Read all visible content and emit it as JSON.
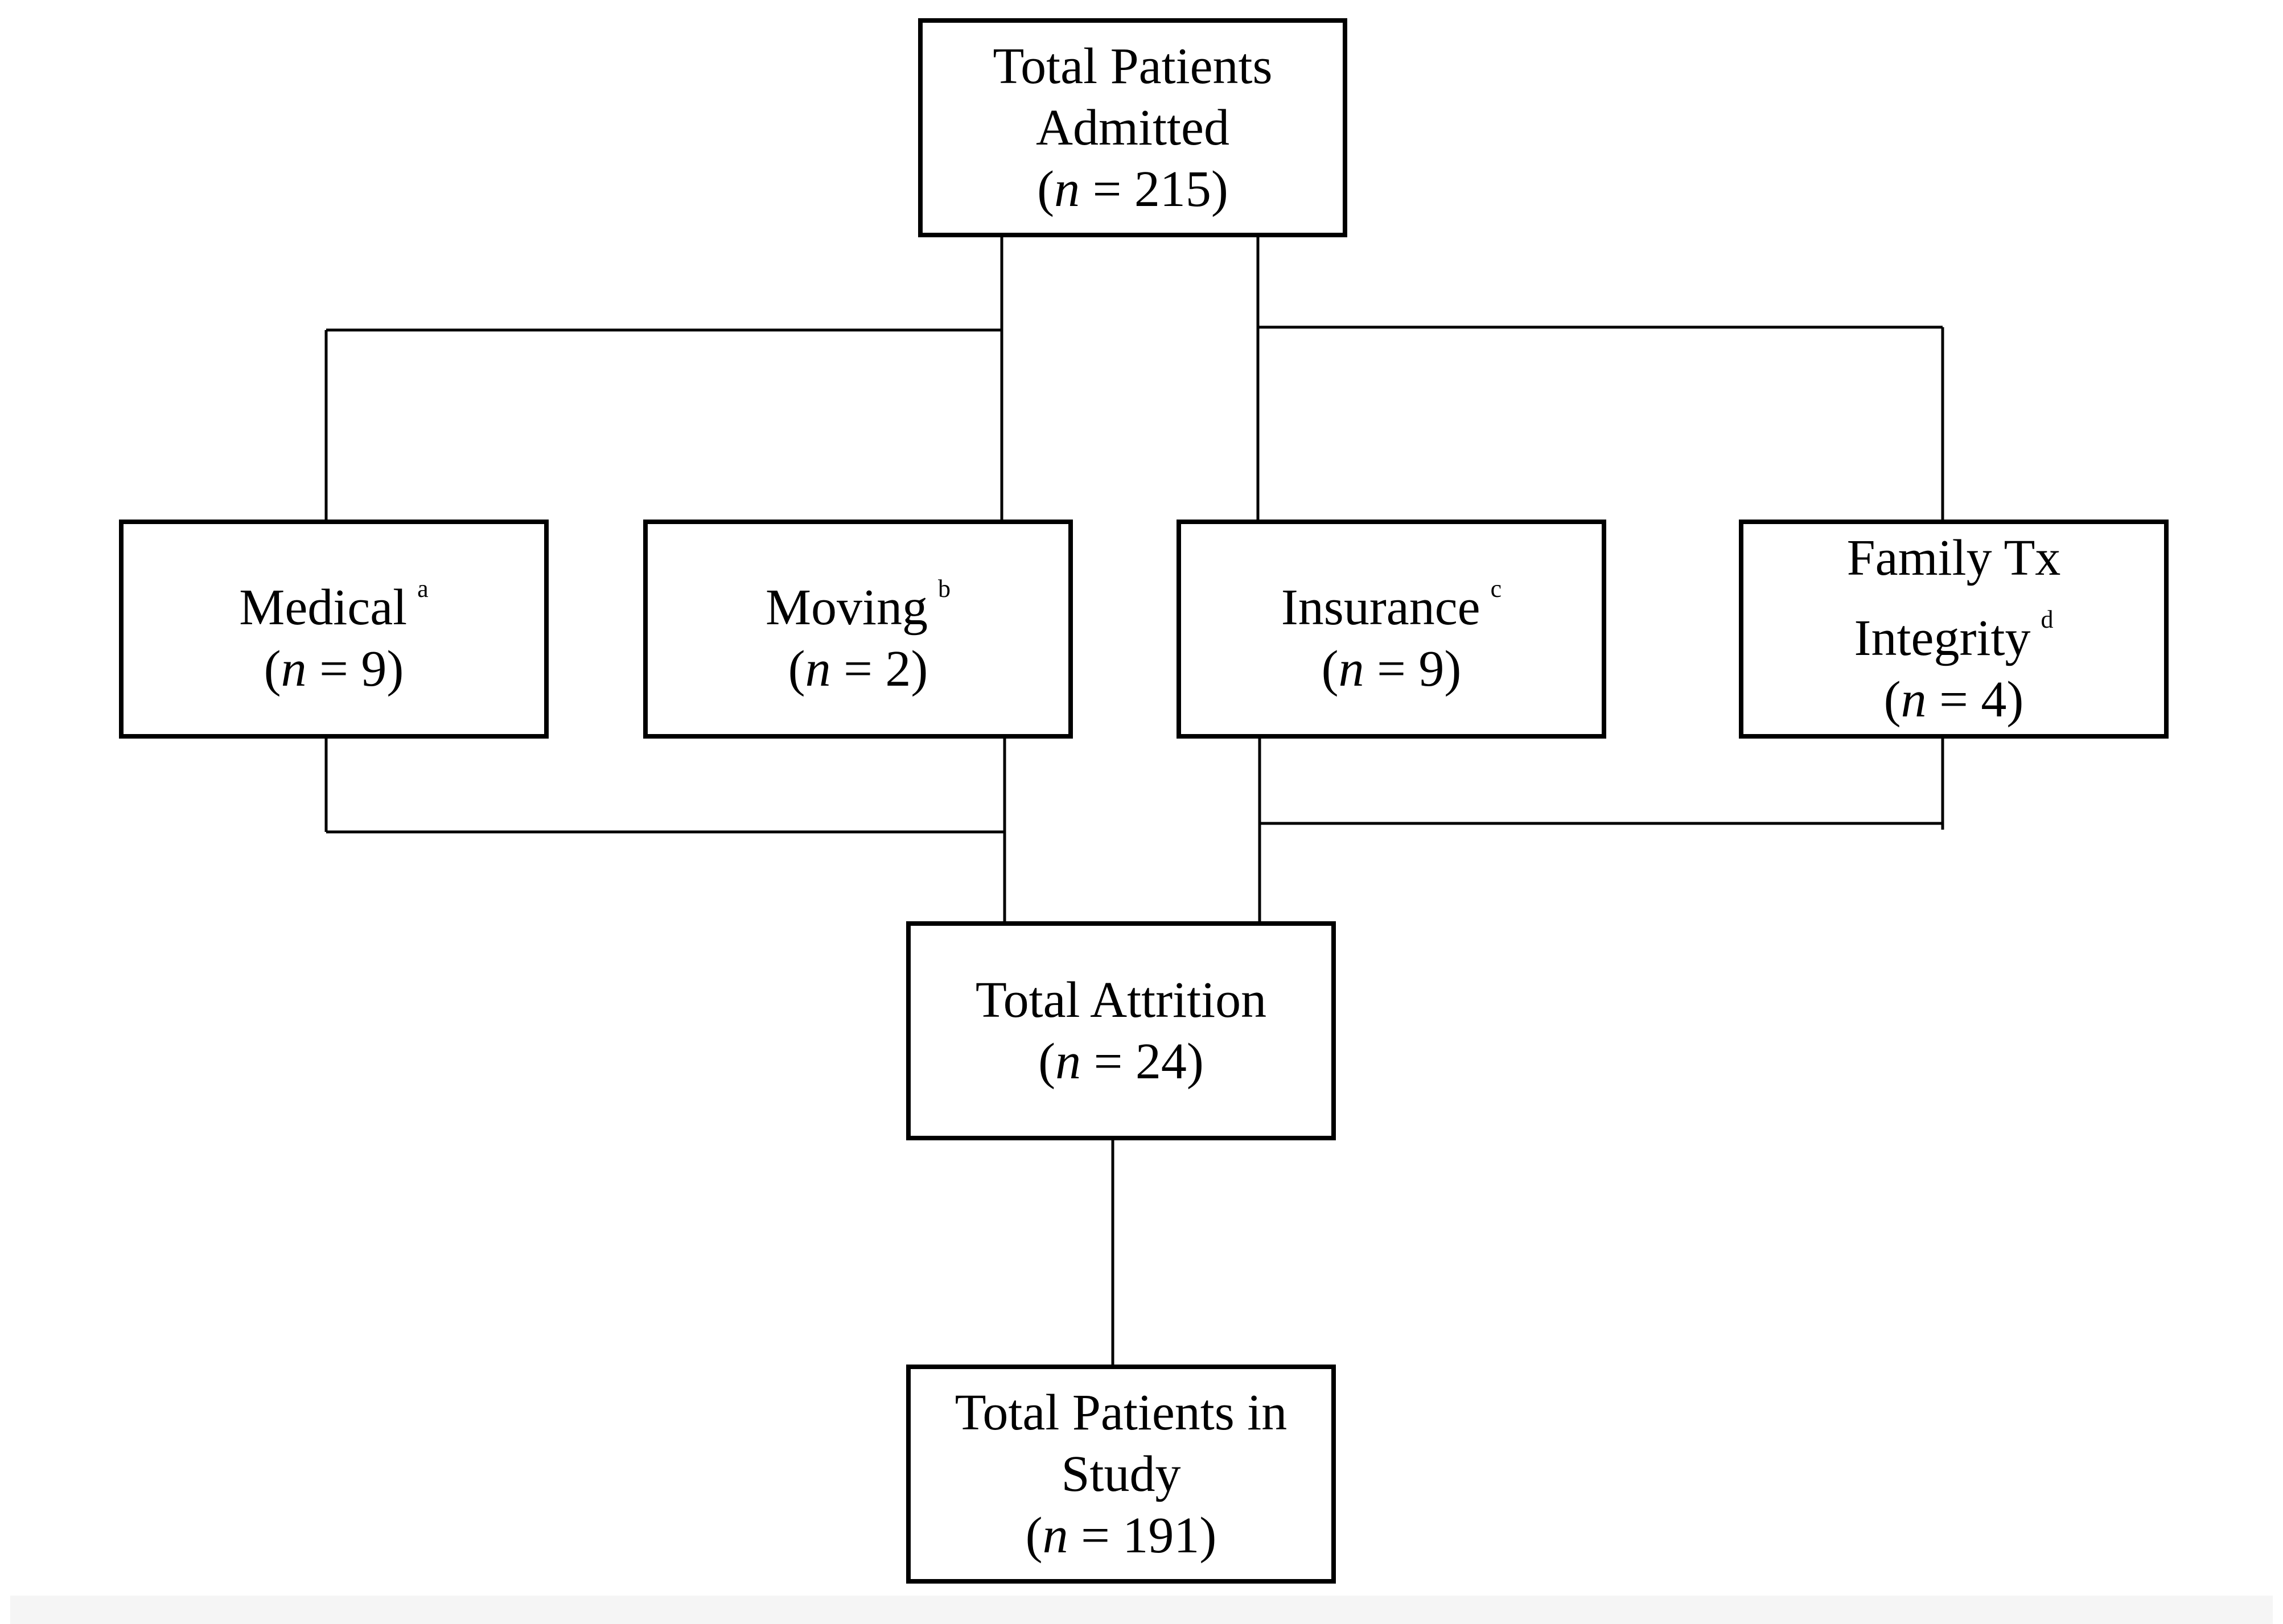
{
  "nodes": {
    "admitted": {
      "line1": "Total Patients",
      "line2": "Admitted",
      "n_value": "215"
    },
    "medical": {
      "label": "Medical",
      "superscript": "a",
      "n_value": "9"
    },
    "moving": {
      "label": "Moving",
      "superscript": "b",
      "n_value": "2"
    },
    "insurance": {
      "label": "Insurance",
      "superscript": "c",
      "n_value": "9"
    },
    "family": {
      "line1": "Family Tx",
      "line2": "Integrity",
      "superscript": "d",
      "n_value": "4"
    },
    "attrition": {
      "label": "Total Attrition",
      "n_value": "24"
    },
    "study": {
      "line1": "Total Patients in",
      "line2": "Study",
      "n_value": "191"
    }
  },
  "n_symbol": "n",
  "n_equals": " = ",
  "paren_open": "(",
  "paren_close": ")"
}
